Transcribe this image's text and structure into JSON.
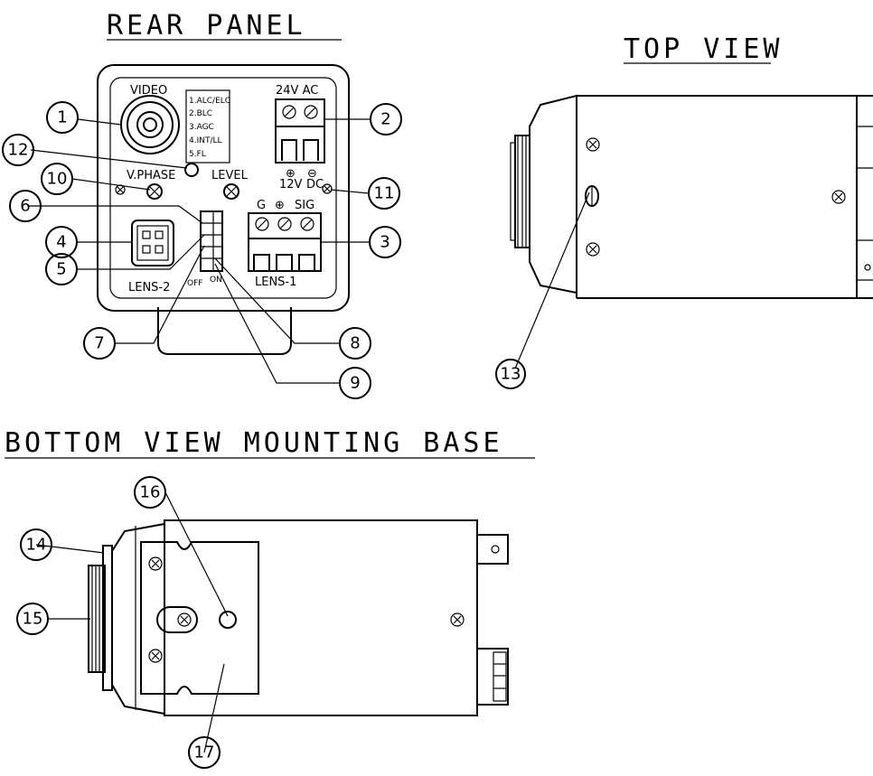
{
  "titles": {
    "rear_panel": "REAR PANEL",
    "top_view": "TOP VIEW",
    "bottom_view": "BOTTOM VIEW MOUNTING BASE"
  },
  "rear_panel": {
    "video": "VIDEO",
    "functions": [
      "1.ALC/ELC",
      "2.BLC",
      "3.AGC",
      "4.INT/LL",
      "5.FL"
    ],
    "power_top": "24V AC",
    "plus_symbol": "⊕",
    "minus_symbol": "⊖",
    "power_12v": "12V",
    "power_dc": "DC",
    "v_phase": "V.PHASE",
    "level": "LEVEL",
    "g": "G",
    "sig": "SIG",
    "lens2": "LENS-2",
    "lens1": "LENS-1",
    "off": "OFF",
    "on": "ON"
  },
  "callouts": [
    "1",
    "2",
    "3",
    "4",
    "5",
    "6",
    "7",
    "8",
    "9",
    "10",
    "11",
    "12",
    "13",
    "14",
    "15",
    "16",
    "17"
  ]
}
